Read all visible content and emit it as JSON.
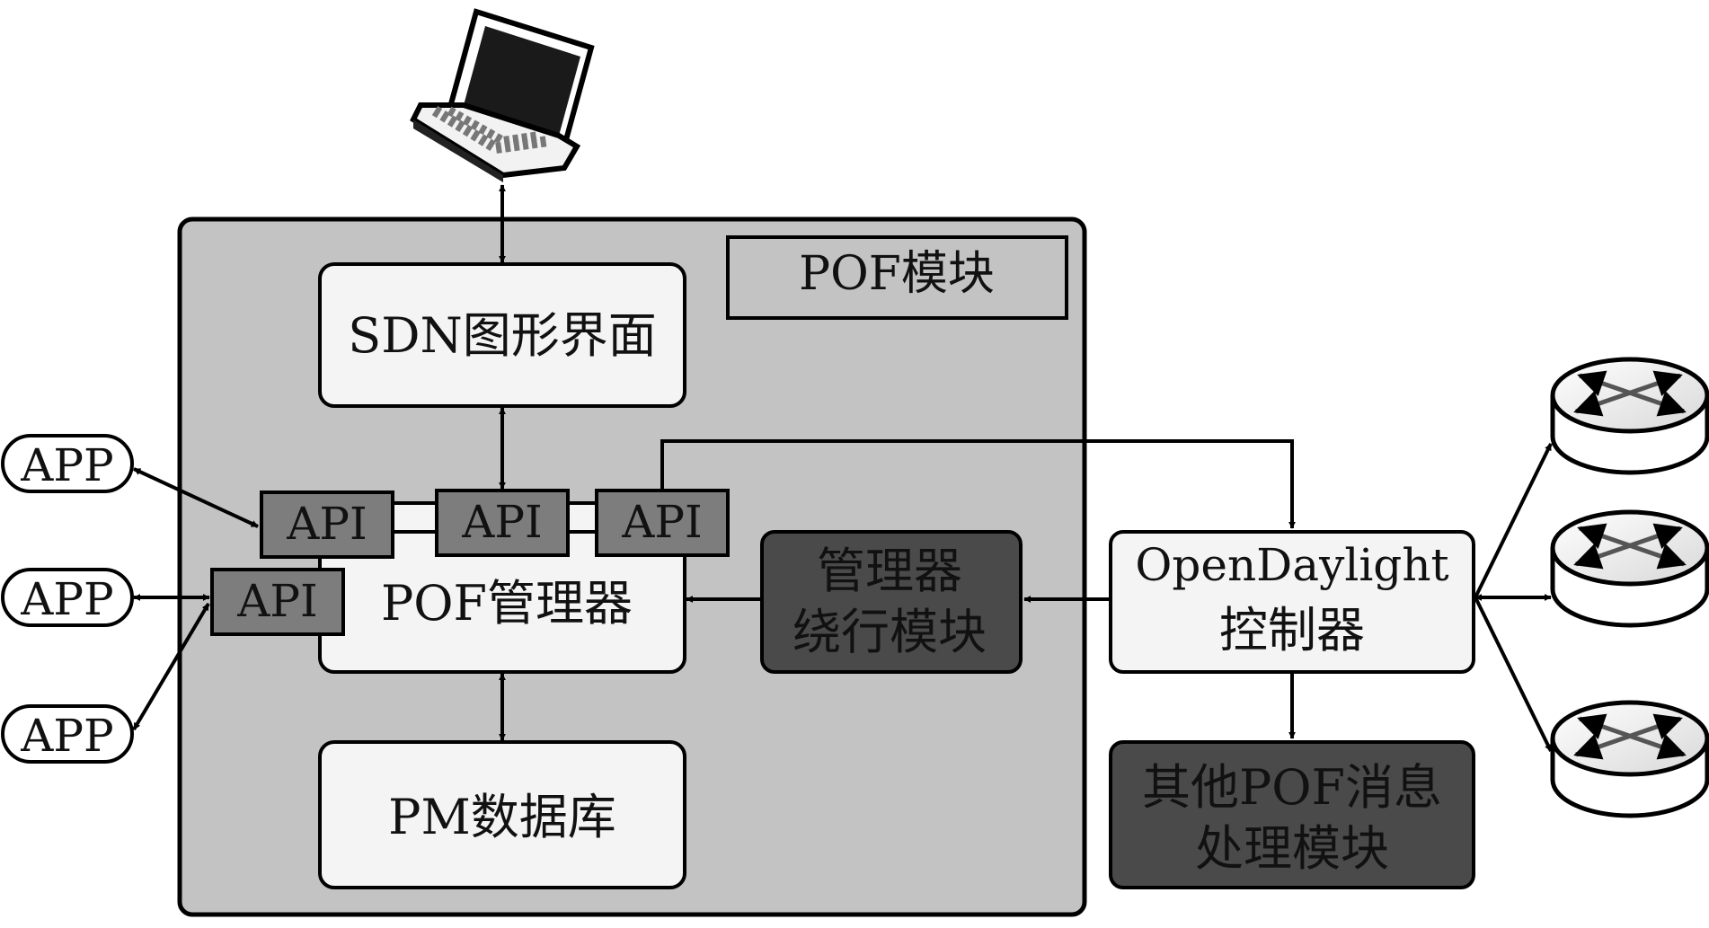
{
  "module_title": "POF模块",
  "gui": "SDN图形界面",
  "manager": "POF管理器",
  "database": "PM数据库",
  "api_label": "API",
  "app_label": "APP",
  "exec_module": [
    "管理器",
    "绕行模块"
  ],
  "controller": [
    "OpenDaylight",
    "控制器"
  ],
  "other_module": [
    "其他POF消息",
    "处理模块"
  ],
  "icons": [
    "laptop-icon",
    "router-icon"
  ],
  "colors": {
    "module_bg": "#c3c3c3",
    "api_bg": "#7d7d7d",
    "dark_box": "#4a4a4a",
    "light_box": "#f4f4f4"
  }
}
